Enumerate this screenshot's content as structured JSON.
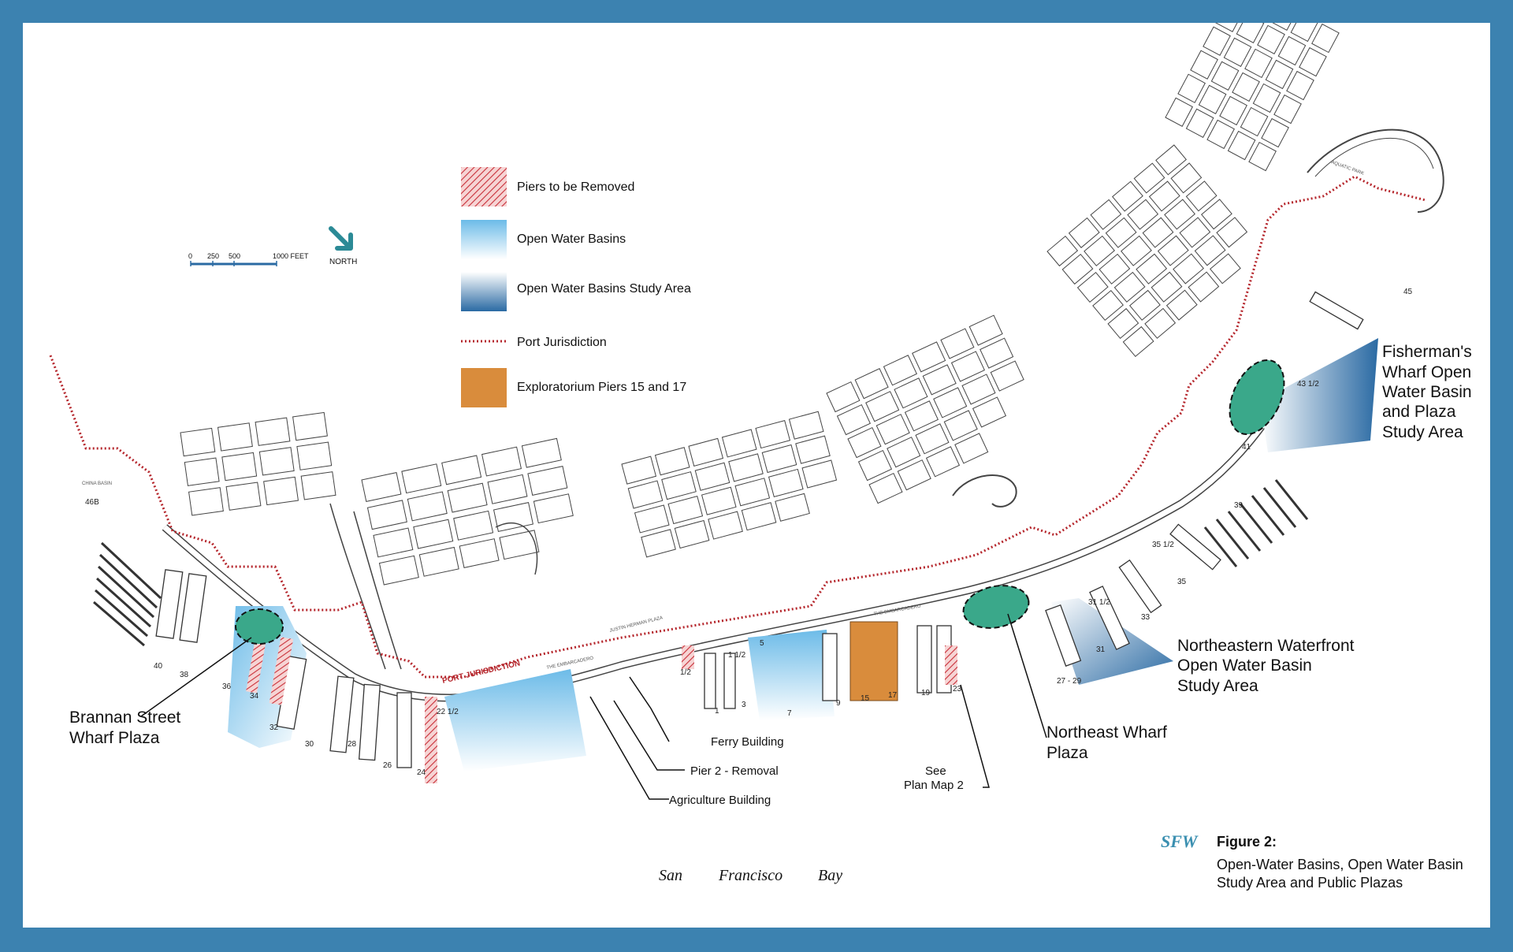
{
  "legend": {
    "items": [
      {
        "label": "Piers to be Removed",
        "swatch": "hatch-red"
      },
      {
        "label": "Open Water Basins",
        "swatch": "light-blue-gradient"
      },
      {
        "label": "Open Water Basins Study Area",
        "swatch": "dark-blue-gradient"
      },
      {
        "label": "Port Jurisdiction",
        "swatch": "red-dotted-line"
      },
      {
        "label": "Exploratorium Piers 15 and 17",
        "swatch": "orange"
      }
    ]
  },
  "scale_bar": {
    "ticks": [
      "0",
      "250",
      "500",
      "1000 FEET"
    ]
  },
  "north_arrow": {
    "label": "NORTH",
    "icon": "north-arrow-icon"
  },
  "areas": {
    "brannan": [
      "Brannan Street",
      "Wharf Plaza"
    ],
    "northeast_plaza": [
      "Northeast Wharf",
      "Plaza"
    ],
    "northeastern_waterfront": [
      "Northeastern Waterfront",
      "Open Water Basin",
      "Study Area"
    ],
    "fishermans": [
      "Fisherman's",
      "Wharf Open",
      "Water Basin",
      "and Plaza",
      "Study Area"
    ]
  },
  "callouts": {
    "ferry_building": "Ferry Building",
    "pier2": "Pier 2 - Removal",
    "agriculture": "Agriculture Building",
    "see_plan": [
      "See",
      "Plan Map 2"
    ]
  },
  "map_labels": {
    "port_jurisdiction": "PORT JURISDICTION",
    "bay": [
      "San",
      "Francisco",
      "Bay"
    ],
    "embarcadero": "THE EMBARCADERO",
    "justin_herman": "JUSTIN HERMAN PLAZA",
    "aquatic_park": "AQUATIC PARK",
    "china_basin": "CHINA BASIN"
  },
  "pier_numbers": [
    "40",
    "38",
    "36",
    "34",
    "32",
    "30",
    "28",
    "26",
    "24",
    "22 1/2",
    "1/2",
    "1",
    "3",
    "5",
    "7",
    "9",
    "15",
    "17",
    "19",
    "23",
    "27 - 29",
    "31",
    "31 1/2",
    "33",
    "35",
    "35 1/2",
    "39",
    "41",
    "43 1/2",
    "45",
    "46B",
    "1 1/2"
  ],
  "figure": {
    "logo": "SFW",
    "title": "Figure 2:",
    "subtitle": [
      "Open-Water Basins, Open Water Basin",
      "Study Area and Public Plazas"
    ]
  },
  "colors": {
    "frame": "#3c82b0",
    "port_line": "#b5262c",
    "open_water_light": "#7cc2ea",
    "open_water_dark": "#2e6ea6",
    "exploratorium": "#d98c3c",
    "plaza_green": "#3aa88a"
  }
}
